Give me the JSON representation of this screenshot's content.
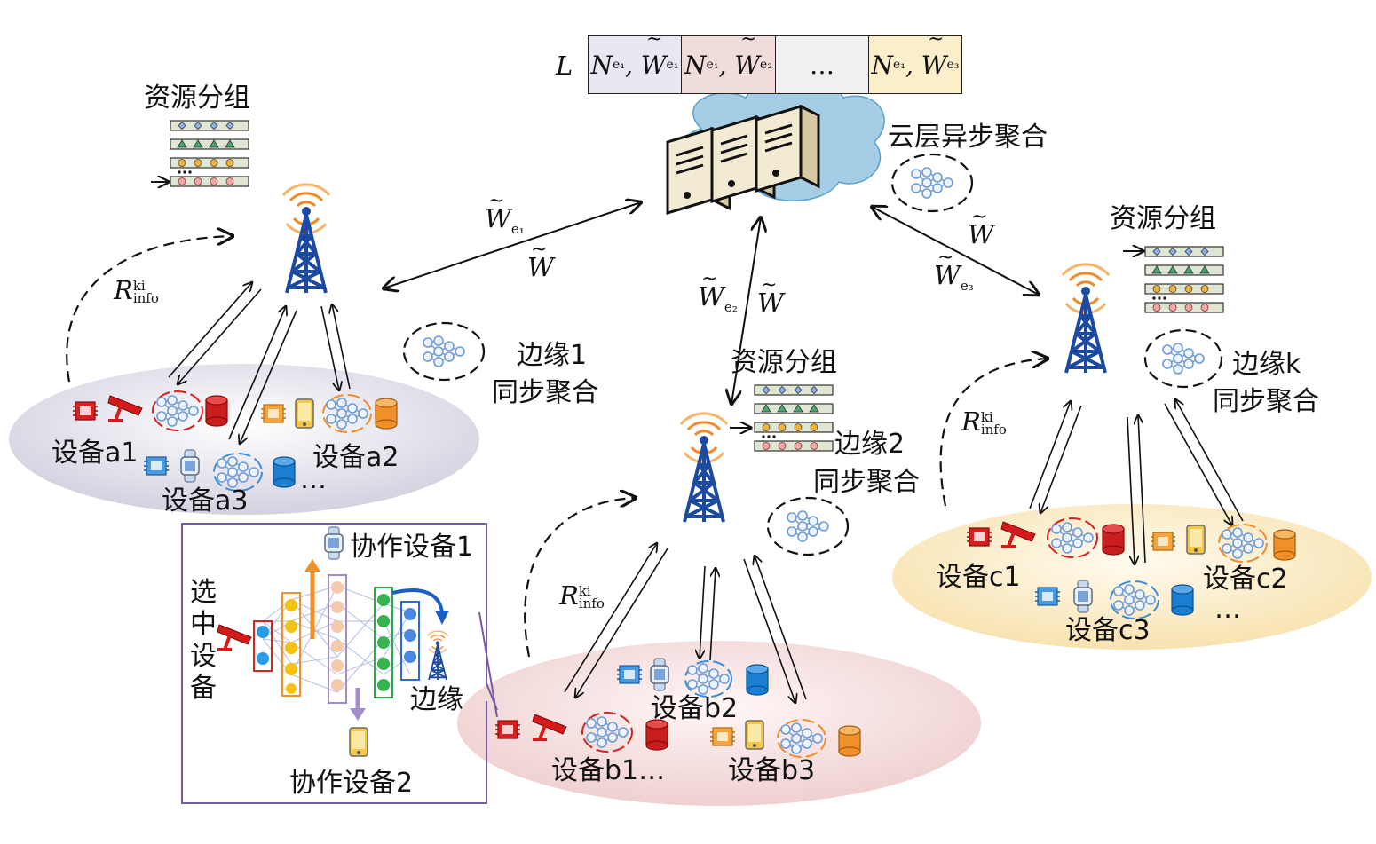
{
  "ledger": {
    "label": "L",
    "cells": [
      {
        "n": "N",
        "nsub": "e₁",
        "w": "W",
        "wsub": "e₁",
        "color": "#ebe7f2"
      },
      {
        "n": "N",
        "nsub": "e₁",
        "w": "W",
        "wsub": "e₂",
        "color": "#f1dcdc"
      },
      {
        "n": "…",
        "nsub": "",
        "w": "",
        "wsub": "",
        "color": "#f0f0f3"
      },
      {
        "n": "N",
        "nsub": "e₁",
        "w": "W",
        "wsub": "e₃",
        "color": "#fbeecb"
      }
    ]
  },
  "cloud": {
    "label": "云层异步聚合"
  },
  "edges": {
    "e1": {
      "group_label": "资源分组",
      "agg_label_1": "边缘1",
      "agg_label_2": "同步聚合"
    },
    "e2": {
      "group_label": "资源分组",
      "agg_label_1": "边缘2",
      "agg_label_2": "同步聚合"
    },
    "ek": {
      "group_label": "资源分组",
      "agg_label_1": "边缘k",
      "agg_label_2": "同步聚合"
    }
  },
  "links": {
    "w_e1": "W",
    "w_e1_sub": "e₁",
    "w_e2": "W",
    "w_e2_sub": "e₂",
    "w_e3": "W",
    "w_e3_sub": "e₃",
    "w_tilde": "W",
    "r_info": "R",
    "r_info_sup": "ki",
    "r_info_sub": "info"
  },
  "devices": {
    "a1": "设备a1",
    "a2": "设备a2",
    "a3": "设备a3",
    "b1": "设备b1…",
    "b2": "设备b2",
    "b3": "设备b3",
    "c1": "设备c1",
    "c2": "设备c2",
    "c3": "设备c3",
    "ellipsis": "…"
  },
  "inset": {
    "helper1": "协作设备1",
    "helper2": "协作设备2",
    "selected": "选中设备",
    "edge": "边缘"
  },
  "colors": {
    "cluster_a": "#dcdae6",
    "cluster_b": "#f2d8d8",
    "cluster_c": "#fbe9c2",
    "tower": "#1c4aa0",
    "signal": "#f08c2a",
    "inset_border": "#7a5aa0"
  }
}
